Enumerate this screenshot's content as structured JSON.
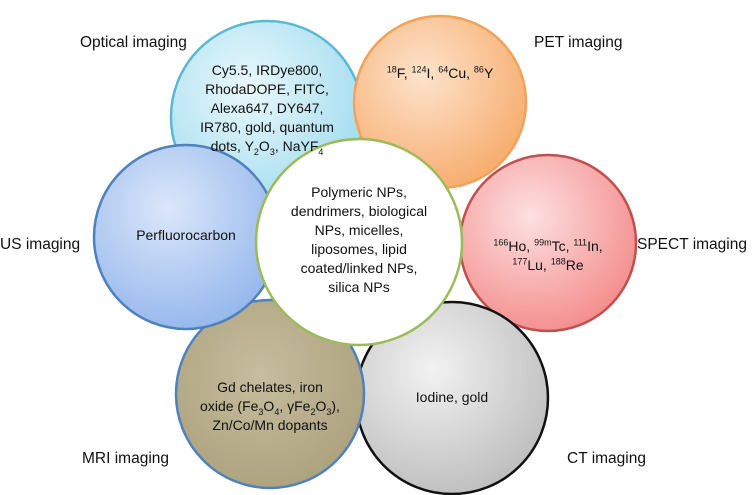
{
  "modalities": {
    "optical": {
      "label": "Optical imaging",
      "lines": [
        [
          {
            "t": "Cy5.5, IRDye800,"
          }
        ],
        [
          {
            "t": "RhodaDOPE, FITC,"
          }
        ],
        [
          {
            "t": "Alexa647, DY647,"
          }
        ],
        [
          {
            "t": "IR780, gold, quantum"
          }
        ],
        [
          {
            "t": "dots, Y"
          },
          {
            "t": "2",
            "sub": true
          },
          {
            "t": "O"
          },
          {
            "t": "3",
            "sub": true
          },
          {
            "t": ", NaYF"
          },
          {
            "t": "4",
            "sub": true
          }
        ]
      ],
      "fill": "#aee4f2",
      "stroke": "#5bb8d4"
    },
    "pet": {
      "label": "PET imaging",
      "lines": [
        [
          {
            "t": "18",
            "sup": true
          },
          {
            "t": "F, "
          },
          {
            "t": "124",
            "sup": true
          },
          {
            "t": "I, "
          },
          {
            "t": "64",
            "sup": true
          },
          {
            "t": "Cu, "
          },
          {
            "t": "86",
            "sup": true
          },
          {
            "t": "Y"
          }
        ]
      ],
      "fill": "#f9b982",
      "stroke": "#f2a25a"
    },
    "spect": {
      "label": "SPECT imaging",
      "lines": [
        [
          {
            "t": "166",
            "sup": true
          },
          {
            "t": "Ho, "
          },
          {
            "t": "99m",
            "sup": true
          },
          {
            "t": "Tc, "
          },
          {
            "t": "111",
            "sup": true
          },
          {
            "t": "In,"
          }
        ],
        [
          {
            "t": "177",
            "sup": true
          },
          {
            "t": "Lu, "
          },
          {
            "t": "188",
            "sup": true
          },
          {
            "t": "Re"
          }
        ]
      ],
      "fill": "#f7a2a2",
      "stroke": "#c0504d"
    },
    "ct": {
      "label": "CT imaging",
      "lines": [
        [
          {
            "t": "Iodine, gold"
          }
        ]
      ],
      "fill": "#d4d4d4",
      "stroke": "#111111"
    },
    "mri": {
      "label": "MRI imaging",
      "lines": [
        [
          {
            "t": "Gd chelates, iron"
          }
        ],
        [
          {
            "t": "oxide (Fe"
          },
          {
            "t": "3",
            "sub": true
          },
          {
            "t": "O"
          },
          {
            "t": "4",
            "sub": true
          },
          {
            "t": ", γFe"
          },
          {
            "t": "2",
            "sub": true
          },
          {
            "t": "O"
          },
          {
            "t": "3",
            "sub": true
          },
          {
            "t": "),"
          }
        ],
        [
          {
            "t": "Zn/Co/Mn dopants"
          }
        ]
      ],
      "fill": "#b5aa86",
      "stroke": "#4f81bd"
    },
    "us": {
      "label": "US imaging",
      "lines": [
        [
          {
            "t": "Perfluorocarbon"
          }
        ]
      ],
      "fill": "#a6c4ef",
      "stroke": "#4f81bd"
    }
  },
  "center": {
    "lines": [
      [
        {
          "t": "Polymeric NPs,"
        }
      ],
      [
        {
          "t": "dendrimers, biological"
        }
      ],
      [
        {
          "t": "NPs, micelles,"
        }
      ],
      [
        {
          "t": "liposomes, lipid"
        }
      ],
      [
        {
          "t": "coated/linked NPs,"
        }
      ],
      [
        {
          "t": "silica NPs"
        }
      ]
    ],
    "fill": "#ffffff",
    "stroke": "#9bbb59"
  }
}
